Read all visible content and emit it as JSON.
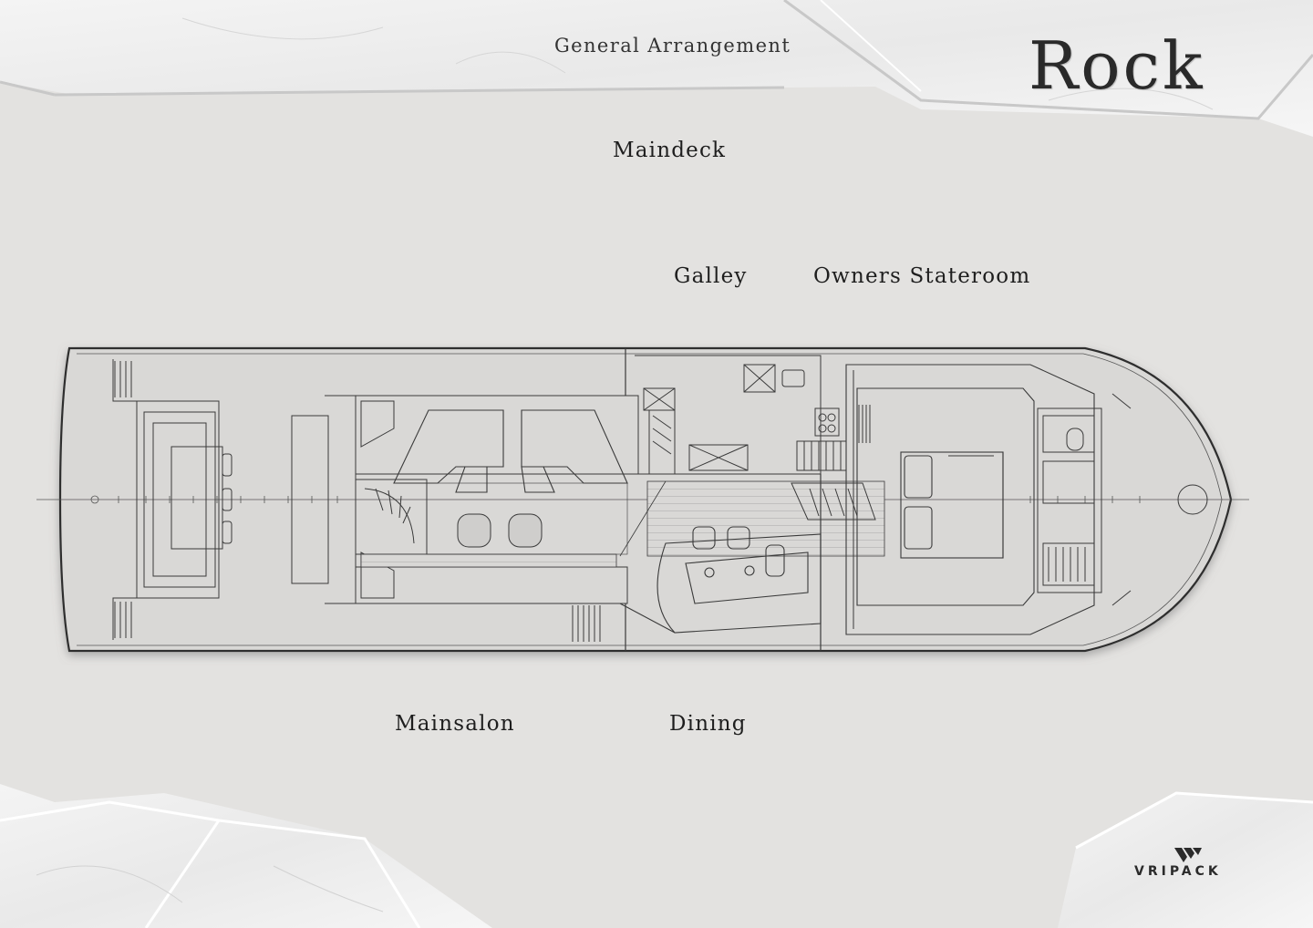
{
  "header": {
    "document_title": "General Arrangement",
    "yacht_name": "Rock"
  },
  "deck": {
    "name": "Maindeck"
  },
  "rooms": {
    "galley": "Galley",
    "owners_stateroom": "Owners Stateroom",
    "mainsalon": "Mainsalon",
    "dining": "Dining"
  },
  "brand": {
    "logo_text": "VRIPACK",
    "logo_icon": "vripack-mark-icon"
  },
  "colors": {
    "background": "#e3e2e0",
    "hull_fill": "#d9d8d6",
    "line": "#3a3a3a",
    "marble": "#f1f1f1"
  }
}
